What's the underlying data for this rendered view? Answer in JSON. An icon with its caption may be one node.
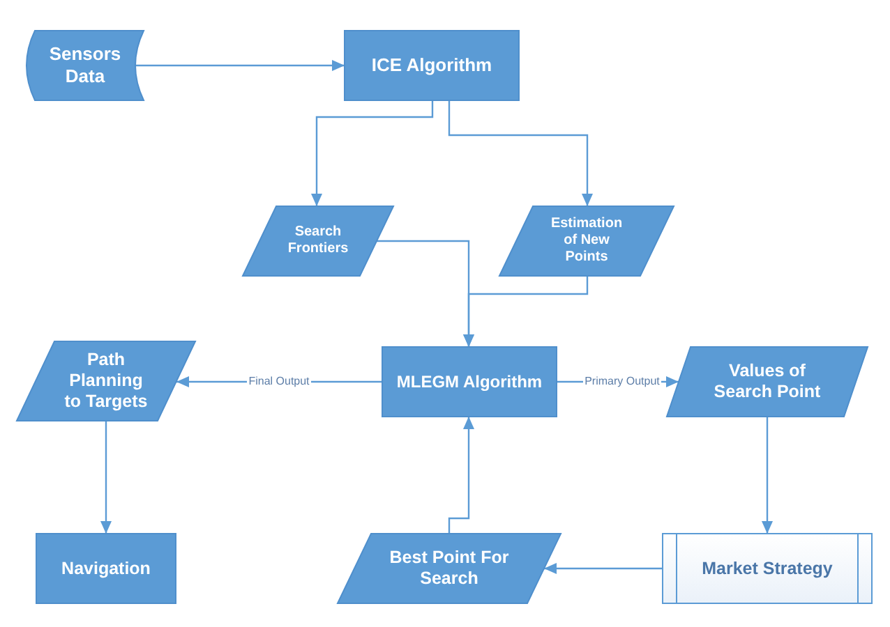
{
  "diagram": {
    "nodes": [
      {
        "text": [
          "Sensors Data"
        ]
      },
      {
        "text": [
          "ICE Algorithm"
        ]
      },
      {
        "text": [
          "Search Frontiers"
        ]
      },
      {
        "text": [
          "Estimation of New Points"
        ]
      },
      {
        "text": [
          "Path Planning to Targets"
        ]
      },
      {
        "text": [
          "MLEGM Algorithm"
        ]
      },
      {
        "text": [
          "Values of Search Point"
        ]
      },
      {
        "text": [
          "Navigation"
        ]
      },
      {
        "text": [
          "Best Point For Search"
        ]
      },
      {
        "text": [
          "Market Strategy"
        ]
      }
    ],
    "edges": [
      {
        "from": 0,
        "to": 1,
        "arrow": "to"
      },
      {
        "from": 1,
        "to": 2,
        "arrow": "to"
      },
      {
        "from": 1,
        "to": 3,
        "arrow": "to"
      },
      {
        "from": 2,
        "to": 5,
        "arrow": "to"
      },
      {
        "from": 3,
        "to": 5,
        "arrow": "to"
      },
      {
        "from": 5,
        "to": 4,
        "arrow": "to",
        "label": "Final Output"
      },
      {
        "from": 5,
        "to": 6,
        "arrow": "to",
        "label": "Primary Output"
      },
      {
        "from": 4,
        "to": 7,
        "arrow": "to"
      },
      {
        "from": 6,
        "to": 9,
        "arrow": "to"
      },
      {
        "from": 9,
        "to": 8,
        "arrow": "to"
      },
      {
        "from": 8,
        "to": 5,
        "arrow": "to"
      }
    ]
  }
}
